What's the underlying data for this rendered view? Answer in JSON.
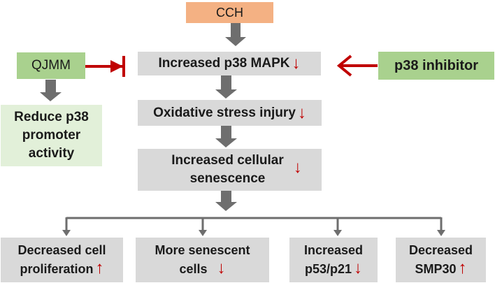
{
  "top": {
    "label": "CCH"
  },
  "p38": {
    "label": "Increased p38 MAPK",
    "arrow": "↓"
  },
  "oxidative": {
    "label": "Oxidative stress injury",
    "arrow": "↓"
  },
  "senescence": {
    "line1": "Increased cellular",
    "line2": "senescence",
    "arrow": "↓"
  },
  "qjmm": {
    "label": "QJMM"
  },
  "inhibitor": {
    "label": "p38 inhibitor"
  },
  "promoter": {
    "line1": "Reduce p38",
    "line2": "promoter",
    "line3": "activity"
  },
  "outcomes": [
    {
      "line1": "Decreased cell",
      "line2": "proliferation",
      "arrow": "↑"
    },
    {
      "line1": "More senescent",
      "line2": "cells",
      "arrow": "↓"
    },
    {
      "line1": "Increased",
      "line2": "p53/p21",
      "arrow": "↓"
    },
    {
      "line1": "Decreased",
      "line2": "SMP30",
      "arrow": "↑"
    }
  ],
  "colors": {
    "gray_box": "#d9d9d9",
    "orange_box": "#f4b183",
    "green_box": "#a9d18e",
    "light_green_box": "#e2f0d9",
    "red_arrow": "#c00000",
    "connector": "#6e6e6e"
  }
}
